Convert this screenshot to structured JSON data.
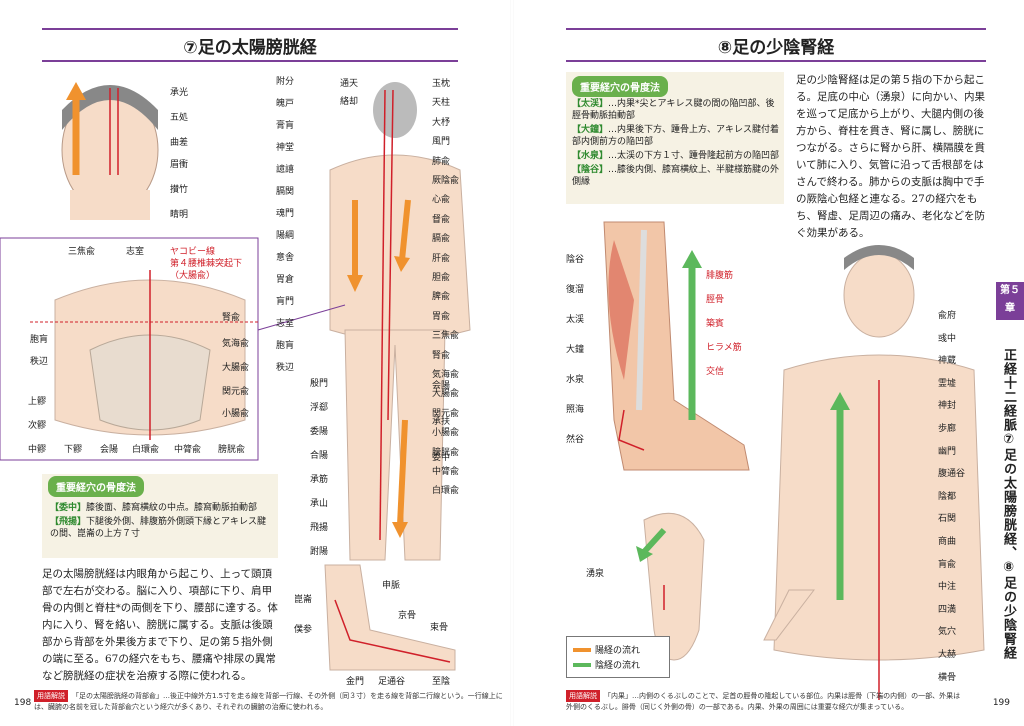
{
  "left": {
    "title": "⑦足の太陽膀胱経",
    "face_points": [
      "承光",
      "五処",
      "曲差",
      "眉衝",
      "攅竹",
      "睛明"
    ],
    "spine_left_points": [
      "附分",
      "魄戸",
      "膏肓",
      "神堂",
      "譩譆",
      "膈関",
      "魂門",
      "陽綱",
      "意舎",
      "胃倉",
      "肓門",
      "志室",
      "胞肓",
      "秩辺"
    ],
    "spine_right_points": [
      "玉枕",
      "天柱",
      "大杼",
      "風門",
      "肺兪",
      "厥陰兪",
      "心兪",
      "督兪",
      "膈兪",
      "肝兪",
      "胆兪",
      "脾兪",
      "胃兪",
      "三焦兪",
      "腎兪",
      "気海兪",
      "大腸兪",
      "関元兪",
      "小腸兪",
      "膀胱兪",
      "中膂兪",
      "白環兪"
    ],
    "head_points": [
      "通天",
      "絡却"
    ],
    "leg_points_left": [
      "殷門",
      "浮郄",
      "委陽",
      "合陽",
      "承筋",
      "承山",
      "飛揚",
      "跗陽"
    ],
    "leg_points_right": [
      "会陽",
      "承扶",
      "委中"
    ],
    "pelvis_labels": [
      "三焦兪",
      "志室",
      "腎兪",
      "気海兪",
      "大腸兪",
      "関元兪",
      "小腸兪",
      "上髎",
      "次髎",
      "中髎",
      "下髎",
      "会陽",
      "白環兪",
      "中膂兪",
      "膀胱兪",
      "胞肓",
      "秩辺"
    ],
    "pelvis_note": [
      "ヤコビー線",
      "第４腰椎棘突起下",
      "（大腸兪）"
    ],
    "foot_points": [
      "崑崙",
      "僕参",
      "申脈",
      "京骨",
      "束骨",
      "金門",
      "足通谷",
      "至陰"
    ],
    "key_box": {
      "title": "重要経穴の骨度法",
      "items": [
        {
          "tag": "【委中】",
          "text": "膝後面、膝窩横紋の中点。膝窩動脈拍動部"
        },
        {
          "tag": "【飛揚】",
          "text": "下腿後外側、腓腹筋外側頭下縁とアキレス腱の間、崑崙の上方７寸"
        }
      ]
    },
    "body_text": "足の太陽膀胱経は内眼角から起こり、上って頭頂部で左右が交わる。脳に入り、項部に下り、肩甲骨の内側と脊柱*の両側を下り、腰部に達する。体内に入り、腎を絡い、膀胱に属する。支脈は後頭部から背部を外果後方まで下り、足の第５指外側の端に至る。67の経穴をもち、腰痛や排尿の異常など膀胱経の症状を治療する際に使われる。",
    "page_number": "198",
    "footnote_badge": "用語解説",
    "footnote": "「足の太陽膀胱経の背部兪」…後正中線外方1.5寸を走る線を背部一行線、その外側（同３寸）を走る線を背部二行線という。一行線上には、臓腑の名前を冠した背部兪穴という経穴が多くあり、それぞれの臓腑の治療に使われる。"
  },
  "right": {
    "title": "⑧足の少陰腎経",
    "key_box": {
      "title": "重要経穴の骨度法",
      "items": [
        {
          "tag": "【太渓】",
          "text": "…内果*尖とアキレス腱の間の陥凹部、後脛骨動脈拍動部"
        },
        {
          "tag": "【大鐘】",
          "text": "…内果後下方、踵骨上方、アキレス腱付着部内側前方の陥凹部"
        },
        {
          "tag": "【水泉】",
          "text": "…太渓の下方１寸、踵骨隆起前方の陥凹部"
        },
        {
          "tag": "【陰谷】",
          "text": "…膝後内側、膝窩横紋上、半腱様筋腱の外側縁"
        }
      ]
    },
    "body_text": "足の少陰腎経は足の第５指の下から起こる。足底の中心（湧泉）に向かい、内果を巡って足底から上がり、大腿内側の後方から、脊柱を貫き、腎に属し、膀胱につながる。さらに腎から肝、横隔膜を貫いて肺に入り、気管に沿って舌根部をはさんで終わる。肺からの支脈は胸中で手の厥陰心包経と連なる。27の経穴をもち、腎虚、足周辺の痛み、老化などを防ぐ効果がある。",
    "leg_labels_left": [
      "陰谷",
      "復溜",
      "太渓",
      "大鐘",
      "水泉",
      "照海",
      "然谷"
    ],
    "leg_labels_right": [
      "腓腹筋",
      "脛骨",
      "築賓",
      "ヒラメ筋",
      "交信"
    ],
    "sole_label": "湧泉",
    "body_labels_right": [
      "兪府",
      "彧中",
      "神蔵",
      "霊墟",
      "神封",
      "歩廊",
      "幽門",
      "腹通谷",
      "陰都",
      "石関",
      "商曲",
      "肓兪",
      "中注",
      "四満",
      "気穴",
      "大赫",
      "横骨"
    ],
    "legend": [
      {
        "label": "陽経の流れ",
        "color": "#f0922e"
      },
      {
        "label": "陰経の流れ",
        "color": "#5cb85c"
      }
    ],
    "side_tab": "第５章",
    "vertical_text": "正経十二経脈⑦足の太陽膀胱経、⑧足の少陰腎経",
    "page_number": "199",
    "footnote_badge": "用語解説",
    "footnote": "「内果」…内側のくるぶしのことで、足首の脛骨の隆起している部位。内果は脛骨（下端の内側）の一部、外果は外側のくるぶし。腓骨（同じく外側の骨）の一部である。内果、外果の周囲には重要な経穴が集まっている。"
  },
  "colors": {
    "accent": "#7b3f98",
    "meridian": "#d0202a",
    "yang": "#f0922e",
    "yin": "#5cb85c",
    "panel": "#f6f2e4"
  }
}
